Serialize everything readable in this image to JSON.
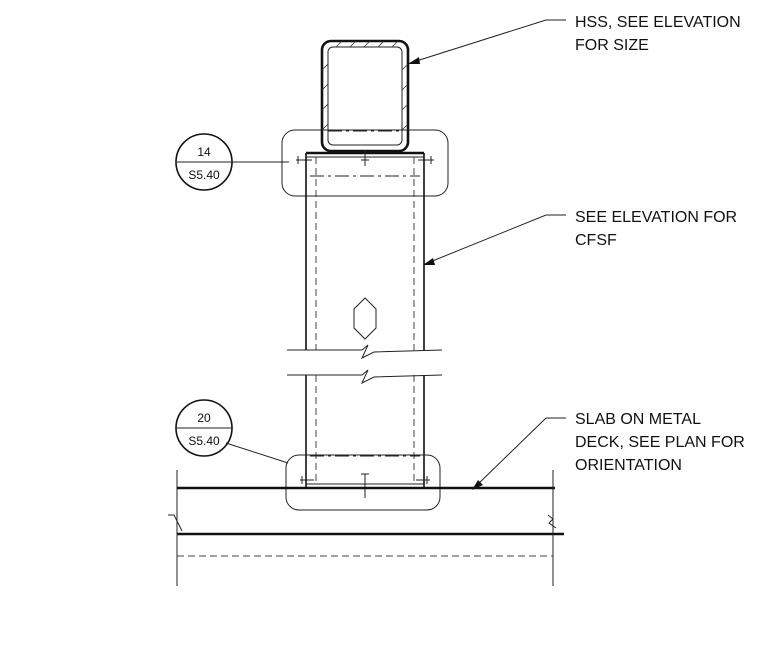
{
  "notes": {
    "hss": [
      "HSS, SEE ELEVATION",
      "FOR SIZE"
    ],
    "cfsf": [
      "SEE ELEVATION FOR",
      "CFSF"
    ],
    "slab": [
      "SLAB ON METAL",
      "DECK, SEE PLAN FOR",
      "ORIENTATION"
    ]
  },
  "detail_tags": [
    {
      "number": "14",
      "sheet": "S5.40"
    },
    {
      "number": "20",
      "sheet": "S5.40"
    }
  ]
}
